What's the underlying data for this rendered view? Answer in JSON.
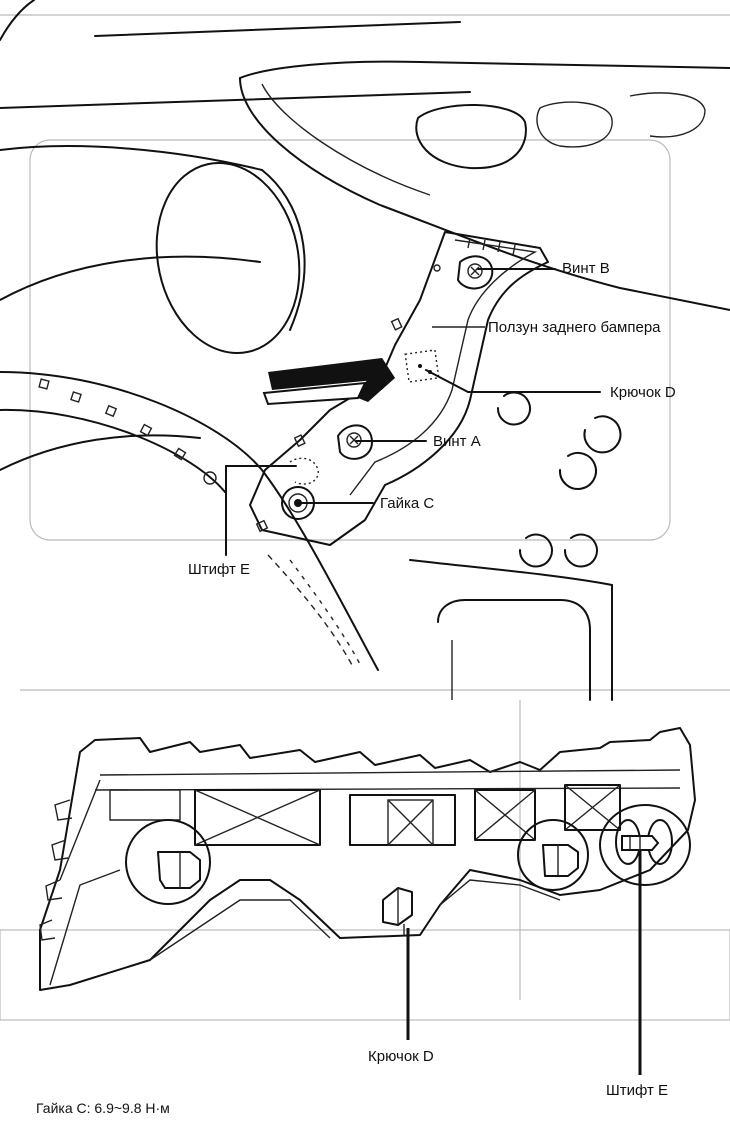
{
  "labels": {
    "screw_b": "Винт B",
    "slider": "Ползун заднего бампера",
    "hook_d_top": "Крючок D",
    "screw_a": "Винт A",
    "nut_c": "Гайка C",
    "pin_e_top": "Штифт E",
    "hook_d_bottom": "Крючок D",
    "pin_e_bottom": "Штифт E",
    "torque_note": "Гайка C: 6.9~9.8 Н·м"
  }
}
